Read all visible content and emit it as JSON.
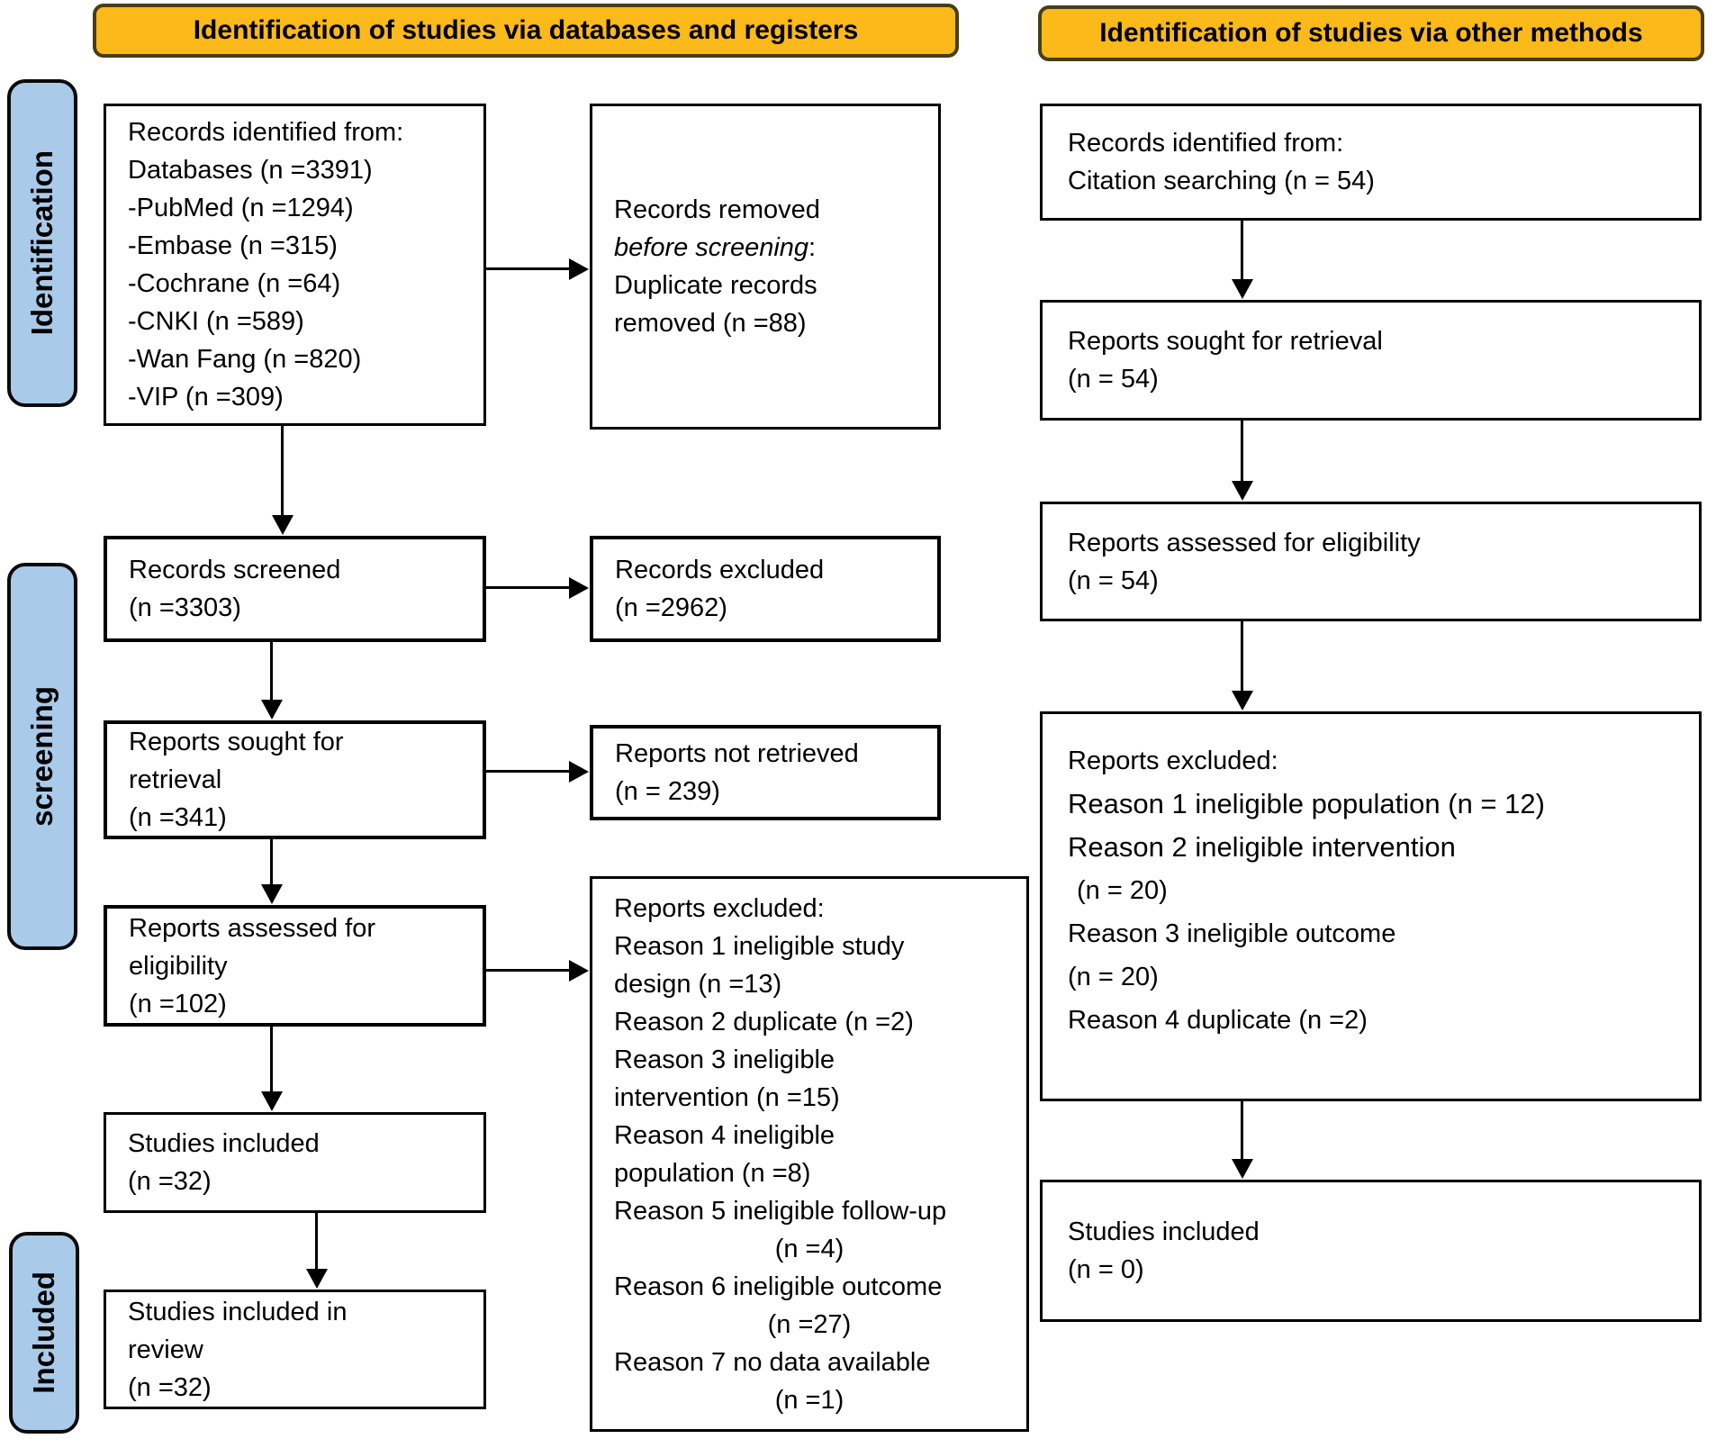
{
  "colors": {
    "header_bg": "#FBB91A",
    "header_border": "#473E17",
    "label_bg": "#A9CBE9",
    "box_border": "#000000",
    "arrow": "#000000"
  },
  "headers": {
    "databases": "Identification of studies via databases and registers",
    "other": "Identification of studies via other methods"
  },
  "side_labels": {
    "identification": "Identification",
    "screening": "screening",
    "included": "Included"
  },
  "left_col": {
    "identified": {
      "lines": [
        "Records identified from:",
        "Databases (n =3391)",
        "-PubMed (n =1294)",
        "-Embase (n =315)",
        "-Cochrane (n =64)",
        "-CNKI (n =589)",
        "-Wan Fang (n =820)",
        "-VIP (n =309)"
      ]
    },
    "screened": {
      "lines": [
        "Records screened",
        "(n =3303)"
      ]
    },
    "sought": {
      "lines": [
        "Reports sought for",
        "retrieval",
        "(n =341)"
      ]
    },
    "assessed": {
      "lines": [
        "Reports assessed for",
        "eligibility",
        "(n =102)"
      ]
    },
    "included": {
      "lines": [
        "Studies included",
        "(n =32)"
      ]
    },
    "included_review": {
      "lines": [
        "Studies included in",
        "review",
        "(n =32)"
      ]
    }
  },
  "mid_col": {
    "removed": {
      "line1": "Records removed",
      "line2_italic": "before screening",
      "line2_colon": ":",
      "line3": "Duplicate records",
      "line4": "removed (n =88)"
    },
    "excluded": {
      "lines": [
        "Records excluded",
        "(n =2962)"
      ]
    },
    "not_retrieved": {
      "lines": [
        "Reports not retrieved",
        "(n = 239)"
      ]
    },
    "excluded_reasons": {
      "lines": [
        "Reports excluded:",
        "Reason 1 ineligible study",
        "design (n =13)",
        "Reason 2 duplicate (n =2)",
        "Reason 3 ineligible",
        "intervention (n =15)",
        "Reason 4 ineligible",
        "population (n =8)",
        "Reason 5 ineligible follow-up",
        "(n =4)",
        "Reason 6 ineligible outcome",
        "(n =27)",
        "Reason 7 no data available",
        "(n =1)"
      ]
    }
  },
  "right_col": {
    "identified": {
      "lines": [
        "Records identified from:",
        "Citation searching (n = 54)"
      ]
    },
    "sought": {
      "lines": [
        "Reports sought for retrieval",
        "(n = 54)"
      ]
    },
    "assessed": {
      "lines": [
        "Reports assessed for eligibility",
        "(n = 54)"
      ]
    },
    "excluded_reasons": {
      "lines": [
        "Reports excluded:",
        "Reason 1 ineligible population (n = 12)",
        "Reason 2 ineligible intervention",
        "(n = 20)",
        "Reason 3 ineligible outcome",
        "(n = 20)",
        "Reason 4 duplicate (n =2)"
      ]
    },
    "included": {
      "lines": [
        "Studies included",
        "(n = 0)"
      ]
    }
  }
}
